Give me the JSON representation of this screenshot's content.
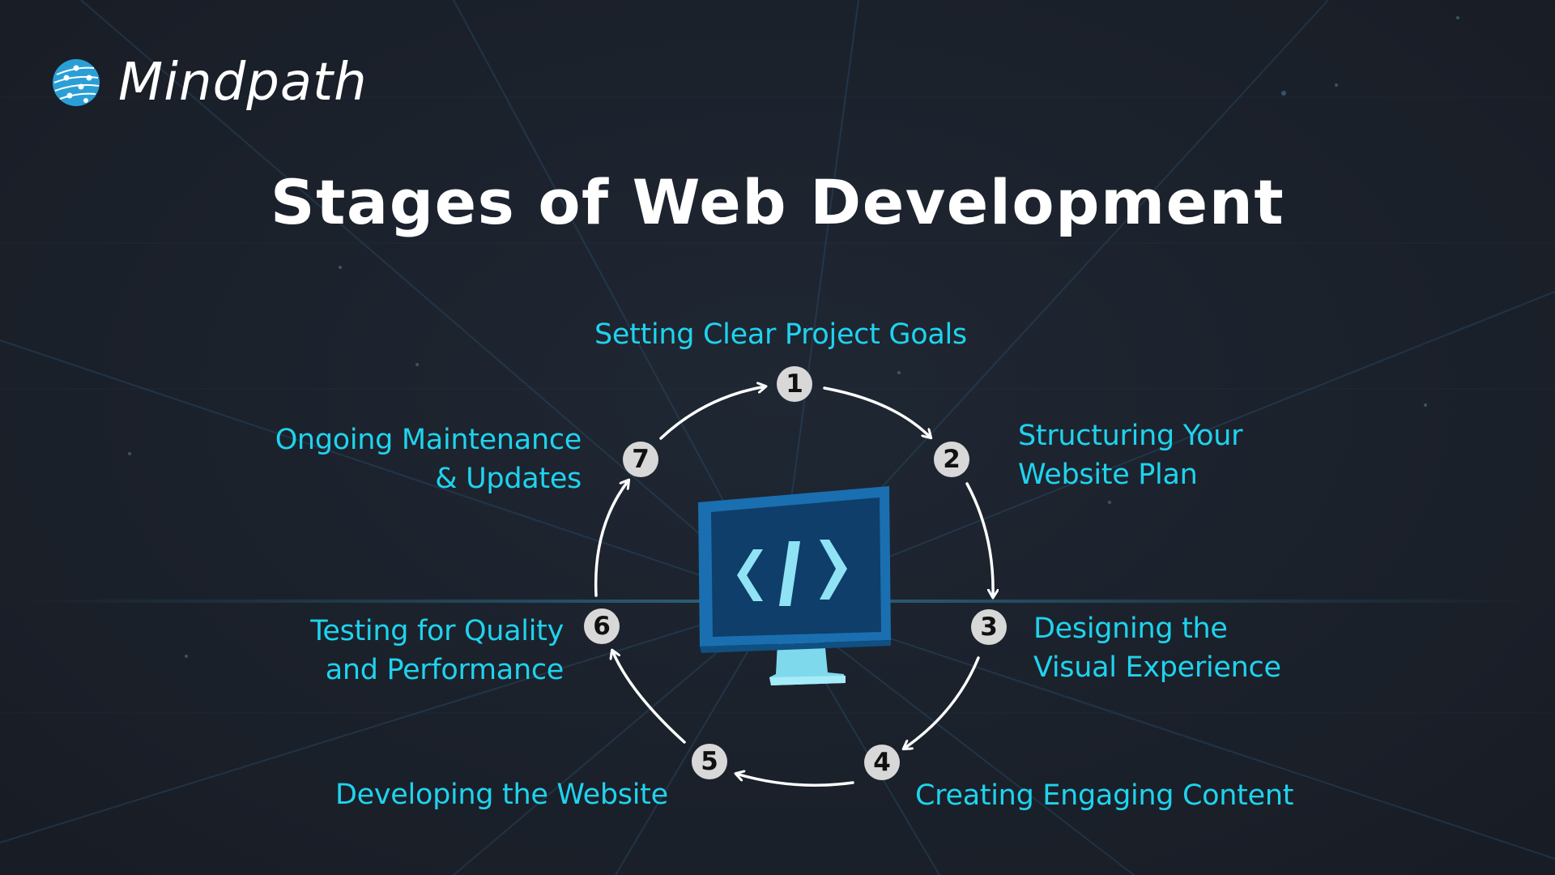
{
  "brand": {
    "name": "Mindpath",
    "logo_icon": "globe-circuit-icon",
    "color": "#2a9fd6"
  },
  "title": "Stages of Web Development",
  "center_icon": {
    "name": "monitor-code-icon",
    "glyph": "</>"
  },
  "colors": {
    "background": "#1c212b",
    "accent": "#1fd3ee",
    "title": "#ffffff",
    "circle": "#d8d8d8",
    "arrow": "#ffffff"
  },
  "stages": [
    {
      "number": "1",
      "line1": "Setting Clear Project Goals",
      "line2": ""
    },
    {
      "number": "2",
      "line1": "Structuring Your",
      "line2": "Website Plan"
    },
    {
      "number": "3",
      "line1": "Designing the",
      "line2": "Visual Experience"
    },
    {
      "number": "4",
      "line1": "Creating Engaging Content",
      "line2": ""
    },
    {
      "number": "5",
      "line1": "Developing the Website",
      "line2": ""
    },
    {
      "number": "6",
      "line1": "Testing for Quality",
      "line2": "and Performance"
    },
    {
      "number": "7",
      "line1": "Ongoing Maintenance",
      "line2": "& Updates"
    }
  ]
}
